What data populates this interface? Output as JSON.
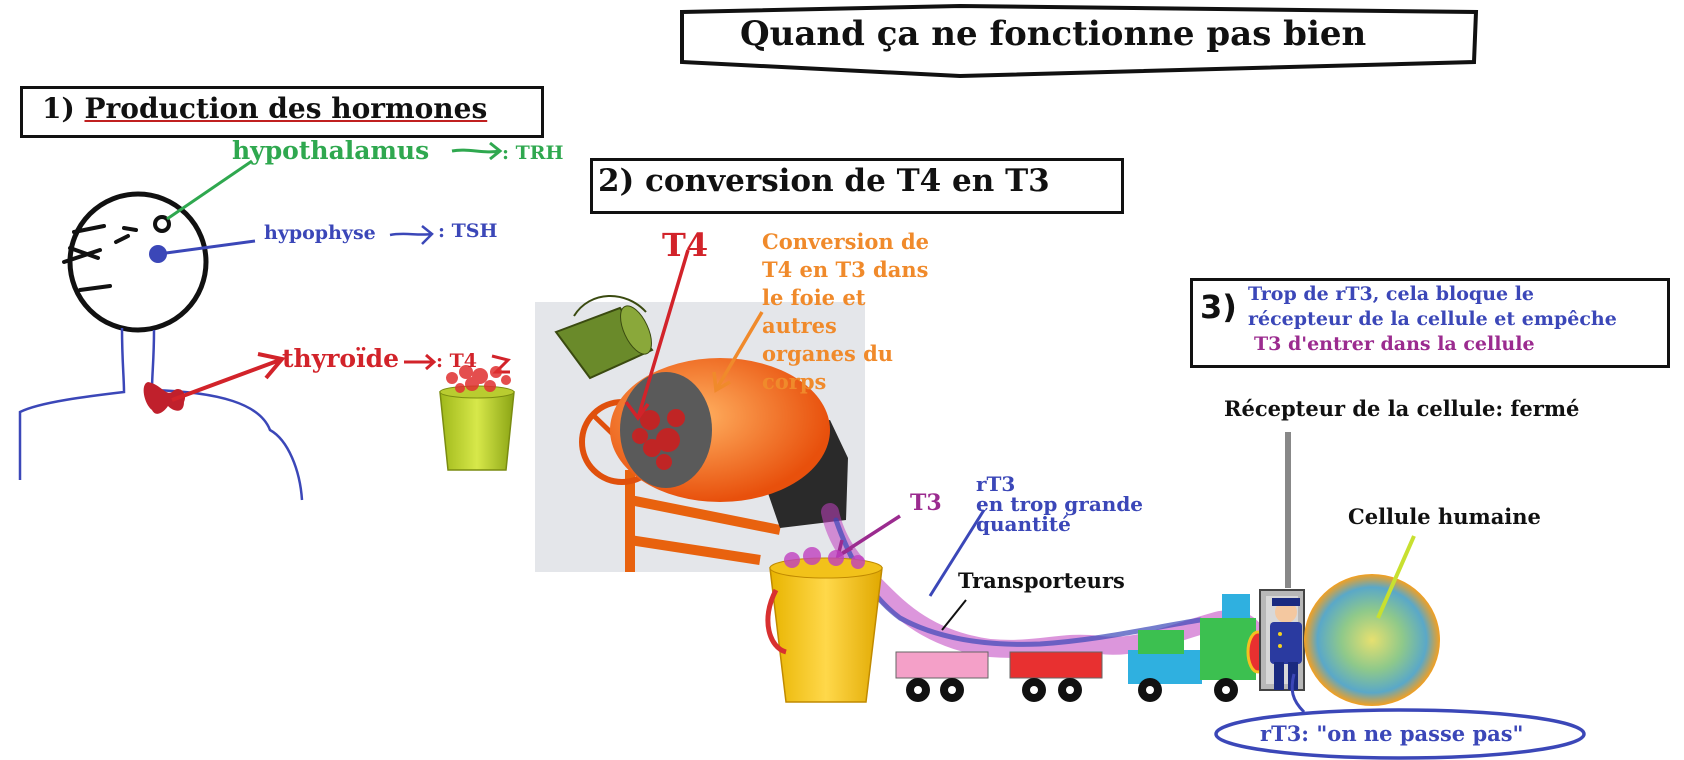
{
  "title": "Quand ça ne fonctionne pas bien",
  "section1": {
    "heading_num": "1)",
    "heading_text": "Production des hormones",
    "hypothalamus": "hypothalamus",
    "trh": ": TRH",
    "hypophyse": "hypophyse",
    "tsh": ": TSH",
    "thyroide": "thyroïde",
    "t4": ": T4"
  },
  "section2": {
    "heading": "2) conversion de T4 en T3",
    "t4_label": "T4",
    "conversion_lines": [
      "Conversion de",
      "T4 en T3 dans",
      "le foie et",
      "autres",
      "organes du",
      "corps"
    ],
    "t3_label": "T3",
    "rt3_lines": [
      "rT3",
      "en trop grande",
      "quantité"
    ],
    "transporteurs": "Transporteurs"
  },
  "section3": {
    "num": "3)",
    "lines": [
      "Trop de rT3, cela bloque le",
      "récepteur de la cellule et empêche",
      "T3 d'entrer dans la cellule"
    ],
    "recepteur": "Récepteur de la cellule",
    "recepteur_state": ": fermé",
    "cellule": "Cellule humaine",
    "rt3_quote": "rT3: \"on ne passe pas\""
  },
  "colors": {
    "green": "#2fa84f",
    "blue": "#3b47b8",
    "red": "#d2232a",
    "orange": "#f08a2b",
    "purple": "#9b2b8f",
    "magenta": "#c040c0"
  }
}
